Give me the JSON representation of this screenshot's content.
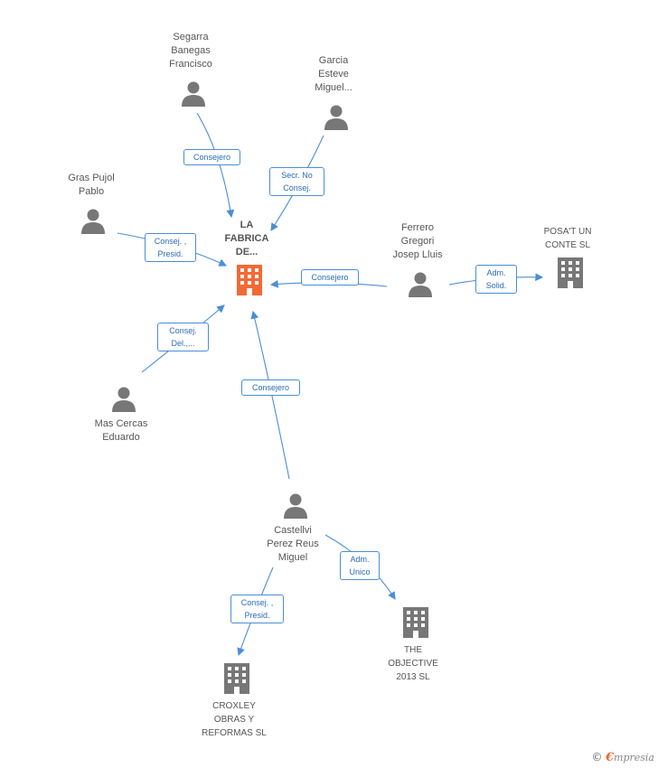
{
  "center": {
    "name": "LA\nFABRICA\nDE...",
    "color": "#f26a35"
  },
  "persons": [
    {
      "id": "segarra",
      "name": "Segarra\nBanegas\nFrancisco"
    },
    {
      "id": "garcia",
      "name": "Garcia\nEsteve\nMiguel..."
    },
    {
      "id": "gras",
      "name": "Gras Pujol\nPablo"
    },
    {
      "id": "ferrero",
      "name": "Ferrero\nGregori\nJosep Lluis"
    },
    {
      "id": "mas",
      "name": "Mas Cercas\nEduardo"
    },
    {
      "id": "castellvi",
      "name": "Castellvi\nPerez Reus\nMiguel"
    }
  ],
  "companies": [
    {
      "id": "posa",
      "name": "POSA'T UN\nCONTE SL"
    },
    {
      "id": "objective",
      "name": "THE\nOBJECTIVE\n2013 SL"
    },
    {
      "id": "croxley",
      "name": "CROXLEY\nOBRAS Y\nREFORMAS  SL"
    }
  ],
  "relations": [
    {
      "id": "r-segarra",
      "label": "Consejero"
    },
    {
      "id": "r-garcia",
      "label": "Secr.  No\nConsej."
    },
    {
      "id": "r-gras",
      "label": "Consej. ,\nPresid."
    },
    {
      "id": "r-ferrero",
      "label": "Consejero"
    },
    {
      "id": "r-ferrero-posa",
      "label": "Adm.\nSolid."
    },
    {
      "id": "r-mas",
      "label": "Consej.\nDel.,..."
    },
    {
      "id": "r-castellvi",
      "label": "Consejero"
    },
    {
      "id": "r-castellvi-objective",
      "label": "Adm.\nUnico"
    },
    {
      "id": "r-castellvi-croxley",
      "label": "Consej. ,\nPresid."
    }
  ],
  "brand": {
    "copyright": "©",
    "e": "€",
    "name": "mpresia"
  },
  "colors": {
    "edge": "#4a8fd6",
    "person": "#777777",
    "company": "#777777"
  }
}
